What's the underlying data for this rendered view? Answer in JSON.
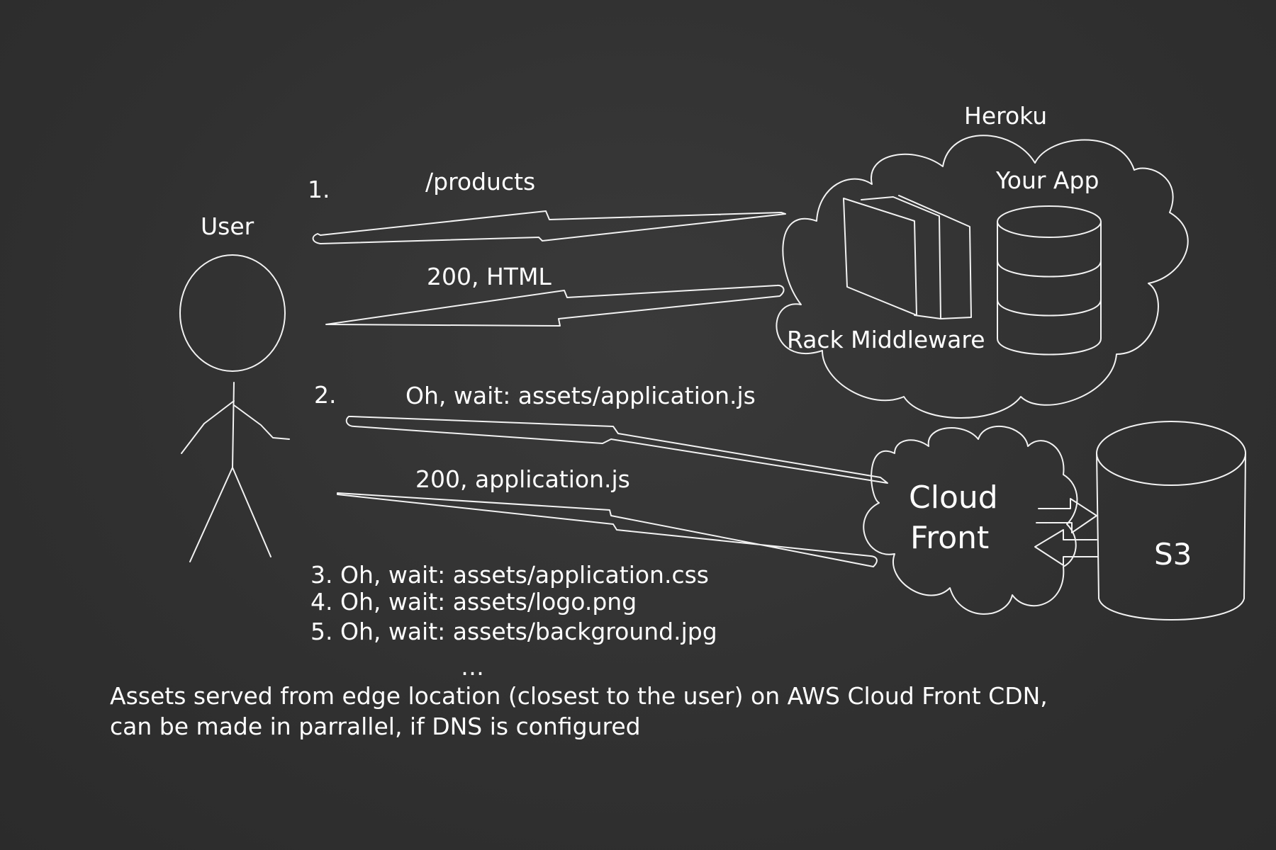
{
  "labels": {
    "user": "User",
    "heroku": "Heroku",
    "your_app": "Your App",
    "rack_middleware": "Rack Middleware",
    "cloud_front": [
      "Cloud",
      "Front"
    ],
    "s3": "S3"
  },
  "steps": {
    "step1": "1.",
    "step1_request": "/products",
    "step1_response": "200, HTML",
    "step2": "2.",
    "step2_request": "Oh, wait: assets/application.js",
    "step2_response": "200, application.js",
    "more_requests": [
      "3. Oh, wait: assets/application.css",
      "4. Oh, wait: assets/logo.png",
      "5. Oh, wait: assets/background.jpg"
    ],
    "ellipsis": "…"
  },
  "note": [
    "Assets served from edge location (closest to the user) on AWS Cloud Front CDN,",
    "can be made in parrallel, if DNS is configured"
  ],
  "colors": {
    "background": "#333333",
    "chalk": "#f2f2f2"
  }
}
